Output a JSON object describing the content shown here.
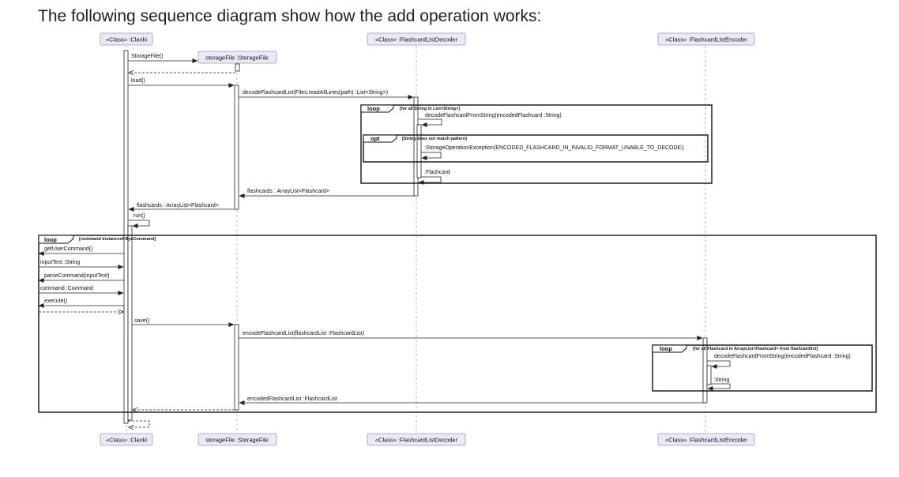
{
  "heading": "The following sequence diagram show how the add operation works:",
  "participants": {
    "clanki": "«Class» :Clanki",
    "storage": "storageFile :StorageFile",
    "decoder": "«Class» :FlashcardListDecoder",
    "encoder": "«Class» :FlashcardListEncoder"
  },
  "fragments": {
    "loop1": {
      "op": "loop",
      "guard": "[for all String in List<String>]"
    },
    "opt1": {
      "op": "opt",
      "guard": "[String does not match pattern]"
    },
    "loop2": {
      "op": "loop",
      "guard": "[command instanceof ByeCommand]"
    },
    "loop3": {
      "op": "loop",
      "guard": "[for all Flashcard in ArrayList<Flashcard> from flashcardlist]"
    }
  },
  "messages": {
    "storage_file": "StorageFile()",
    "load": "load()",
    "decode_list": "decodeFlashcardList(Files.readAllLines(path) :List<String>)",
    "decode_string": "decodeFlashcardFromString(encodedFlashcard :String)",
    "exception": ":StorageOperationException(ENCODED_FLASHCARD_IN_INVALID_FORMAT_UNABLE_TO_DECODE);",
    "ret_flashcard": ":Flashcard",
    "ret_flashcards_decoder": "flashcards : ArrayList<Flashcard>",
    "ret_flashcards_storage": "flashcards : ArrayList<Flashcard>",
    "run": "run()",
    "get_user_command": "getUserCommand()",
    "input_text": "inputText :String",
    "parse_command": "parseCommand(inputText)",
    "command": "command :Command",
    "execute": "execute()",
    "save": "save()",
    "encode_list": "encodeFlashcardList(flashcardList :FlashcardList)",
    "encode_string": "decodeFlashcardFromString(encodedFlashcard :String)",
    "ret_string": ":String",
    "ret_encoded": "encodedFlashcardList :FlashcardList"
  }
}
